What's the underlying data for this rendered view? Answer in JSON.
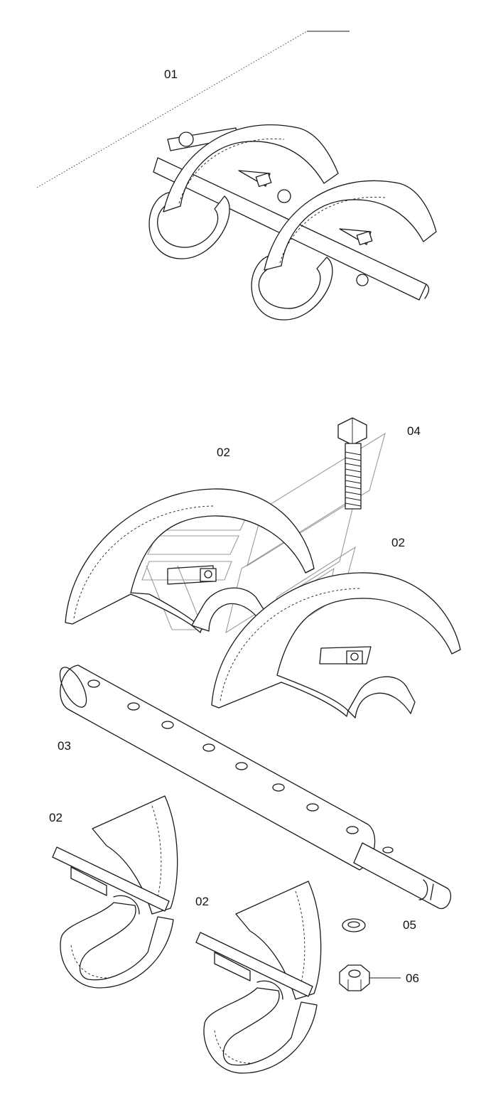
{
  "labels": {
    "assembly": "01",
    "blade_top_left": "02",
    "blade_top_right": "02",
    "shaft": "03",
    "bolt": "04",
    "blade_bottom_left": "02",
    "blade_bottom_right": "02",
    "washer": "05",
    "nut": "06"
  },
  "colors": {
    "line": "#1a1a1a",
    "watermark": "#9a9a9a",
    "background": "#ffffff"
  },
  "icons": {
    "watermark": "logo-watermark-icon"
  }
}
